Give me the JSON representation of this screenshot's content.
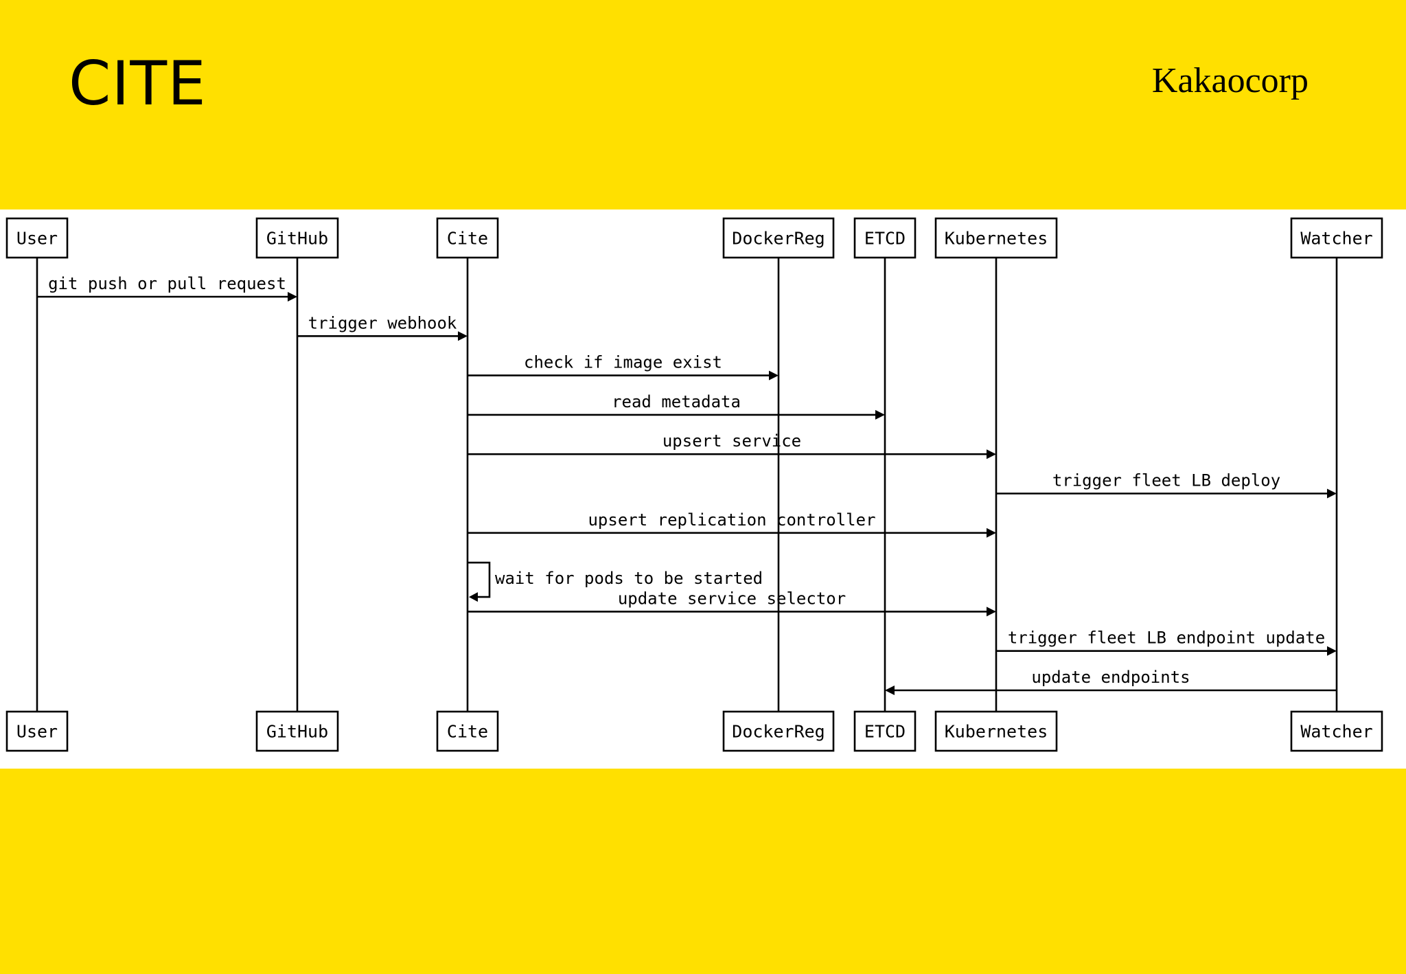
{
  "header": {
    "title": "CITE",
    "brand": "Kakaocorp"
  },
  "diagram": {
    "type": "sequence",
    "participants": [
      "User",
      "GitHub",
      "Cite",
      "DockerReg",
      "ETCD",
      "Kubernetes",
      "Watcher"
    ],
    "messages": [
      {
        "from": "User",
        "to": "GitHub",
        "label": "git push or pull request"
      },
      {
        "from": "GitHub",
        "to": "Cite",
        "label": "trigger webhook"
      },
      {
        "from": "Cite",
        "to": "DockerReg",
        "label": "check if image exist"
      },
      {
        "from": "Cite",
        "to": "ETCD",
        "label": "read metadata"
      },
      {
        "from": "Cite",
        "to": "Kubernetes",
        "label": "upsert service"
      },
      {
        "from": "Kubernetes",
        "to": "Watcher",
        "label": "trigger fleet LB deploy"
      },
      {
        "from": "Cite",
        "to": "Kubernetes",
        "label": "upsert replication controller"
      },
      {
        "from": "Cite",
        "to": "Cite",
        "label": "wait for pods to be started"
      },
      {
        "from": "Cite",
        "to": "Kubernetes",
        "label": "update service selector"
      },
      {
        "from": "Kubernetes",
        "to": "Watcher",
        "label": "trigger fleet LB endpoint update"
      },
      {
        "from": "Watcher",
        "to": "ETCD",
        "label": "update endpoints"
      }
    ]
  },
  "colors": {
    "background": "#FFE000",
    "panel": "#FFFFFF",
    "ink": "#000000"
  }
}
